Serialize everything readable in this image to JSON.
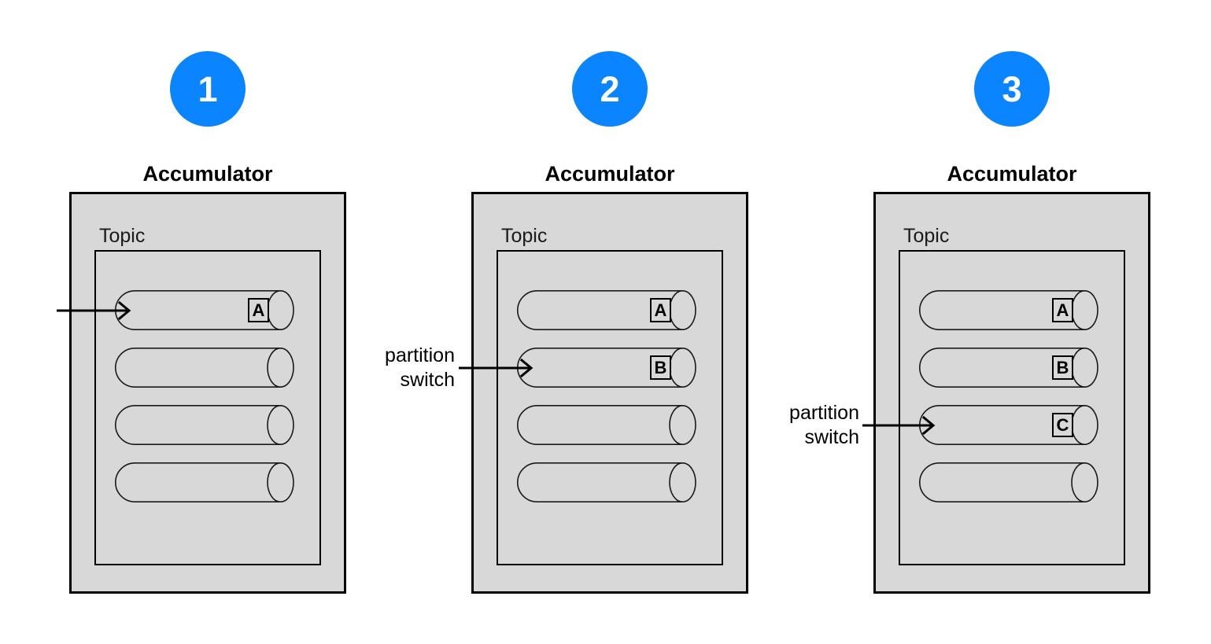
{
  "diagram": {
    "title_text": "Accumulator",
    "topic_text": "Topic",
    "colors": {
      "accent": "#0a84ff",
      "panel_fill": "#d8d8d8",
      "stroke": "#000000"
    },
    "switch_label_text": "partition\nswitch",
    "panels": [
      {
        "step": "1",
        "title": "Accumulator",
        "topic": "Topic",
        "partitions": [
          {
            "letter": "A",
            "has_letter": true,
            "has_arrow": true
          },
          {
            "letter": "",
            "has_letter": false,
            "has_arrow": false
          },
          {
            "letter": "",
            "has_letter": false,
            "has_arrow": false
          },
          {
            "letter": "",
            "has_letter": false,
            "has_arrow": false
          }
        ],
        "switch_label": ""
      },
      {
        "step": "2",
        "title": "Accumulator",
        "topic": "Topic",
        "partitions": [
          {
            "letter": "A",
            "has_letter": true,
            "has_arrow": false
          },
          {
            "letter": "B",
            "has_letter": true,
            "has_arrow": true
          },
          {
            "letter": "",
            "has_letter": false,
            "has_arrow": false
          },
          {
            "letter": "",
            "has_letter": false,
            "has_arrow": false
          }
        ],
        "switch_label": "partition\nswitch"
      },
      {
        "step": "3",
        "title": "Accumulator",
        "topic": "Topic",
        "partitions": [
          {
            "letter": "A",
            "has_letter": true,
            "has_arrow": false
          },
          {
            "letter": "B",
            "has_letter": true,
            "has_arrow": false
          },
          {
            "letter": "C",
            "has_letter": true,
            "has_arrow": true
          },
          {
            "letter": "",
            "has_letter": false,
            "has_arrow": false
          }
        ],
        "switch_label": "partition\nswitch"
      }
    ]
  }
}
